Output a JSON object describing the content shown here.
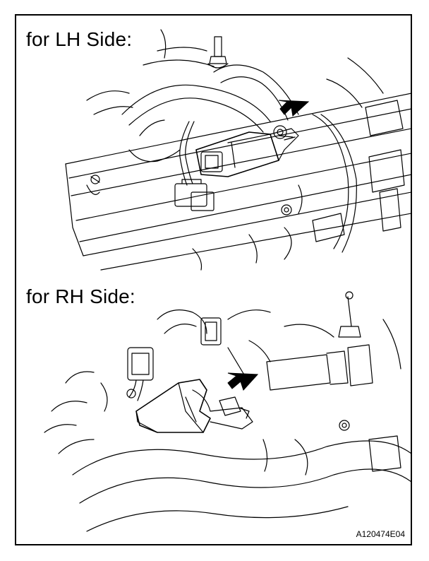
{
  "labels": {
    "lh_side": "for LH Side:",
    "rh_side": "for RH Side:"
  },
  "figure_code": "A120474E04",
  "icons": [
    "arrow-pointer-icon",
    "bolt-icon",
    "sensor-icon",
    "connector-icon"
  ],
  "colors": {
    "line": "#000000",
    "background": "#ffffff"
  }
}
